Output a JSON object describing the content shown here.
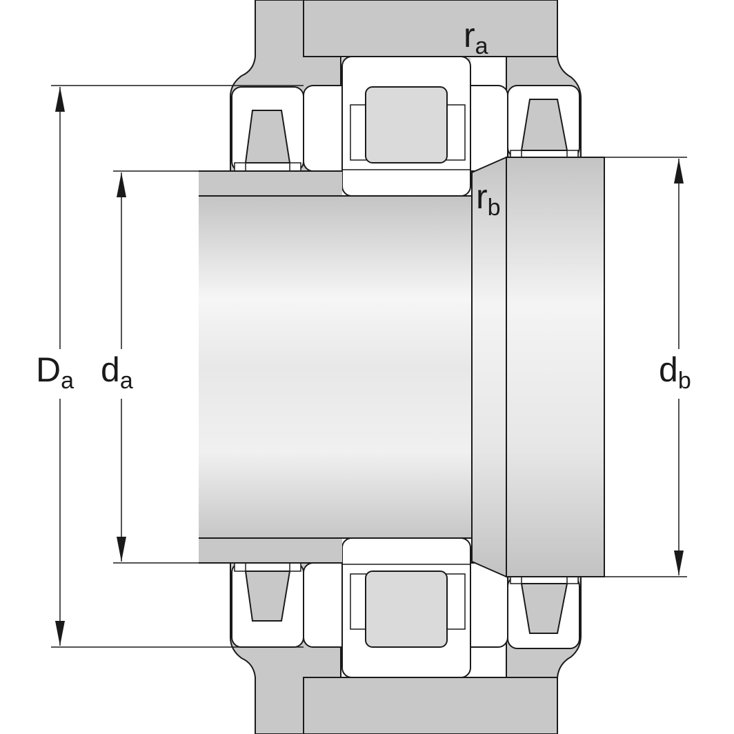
{
  "labels": {
    "Da": {
      "main": "D",
      "sub": "a"
    },
    "da": {
      "main": "d",
      "sub": "a"
    },
    "db": {
      "main": "d",
      "sub": "b"
    },
    "ra": {
      "main": "r",
      "sub": "a"
    },
    "rb": {
      "main": "r",
      "sub": "b"
    }
  },
  "colors": {
    "housing": "#c8c8c8",
    "outline": "#1a1a1a",
    "bearing_fill": "#ffffff",
    "roller_fill": "#dadada",
    "shaft_light": "#f4f4f4",
    "shaft_dark": "#c9c9c9"
  }
}
